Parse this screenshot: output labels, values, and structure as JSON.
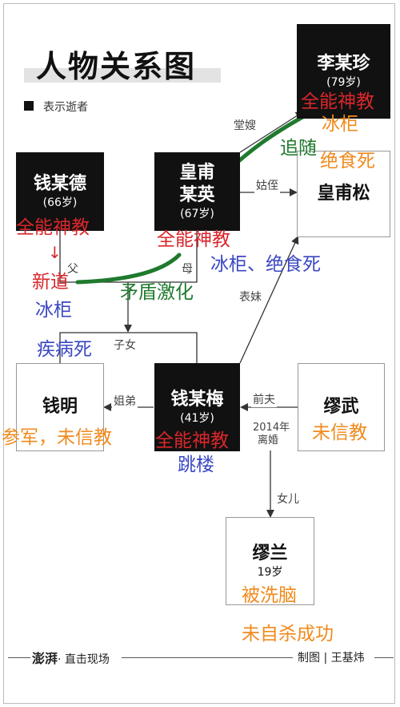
{
  "title": "人物关系图",
  "legend": "表示逝者",
  "people": {
    "li": {
      "name": "李某珍",
      "age": "(79岁)"
    },
    "huangfu": {
      "name_l1": "皇甫",
      "name_l2": "某英",
      "age": "(67岁)"
    },
    "qiande": {
      "name": "钱某德",
      "age": "(66岁)"
    },
    "huangfusong": {
      "name": "皇甫松"
    },
    "qianming": {
      "name": "钱明"
    },
    "qianmei": {
      "name": "钱某梅",
      "age": "(41岁)"
    },
    "miaowu": {
      "name": "缪武"
    },
    "miaolan": {
      "name": "缪兰",
      "age": "19岁"
    }
  },
  "relations": {
    "tangsao": "堂嫂",
    "guzhi": "姑侄",
    "fu": "父",
    "mu": "母",
    "biaomei": "表妹",
    "zinv": "子女",
    "jiedi": "姐弟",
    "qianfu": "前夫",
    "divorce_year": "2014年",
    "divorce": "离婚",
    "nver": "女儿"
  },
  "annotations": {
    "li_cult": "全能神教",
    "li_fate": "冰柜",
    "li_fate2": "绝食死",
    "follow": "追随",
    "qiande_cult": "全能神教",
    "arrow": "↓",
    "qiande_new": "新道",
    "qiande_fate": "冰柜",
    "huangfu_cult": "全能神教",
    "huangfu_fate": "冰柜、绝食死",
    "conflict": "矛盾激化",
    "qianming_fate": "疾病死",
    "qianming_note": "参军，未信教",
    "qianmei_cult": "全能神教",
    "qianmei_fate": "跳楼",
    "miaowu_note": "未信教",
    "miaolan_note": "被洗脑",
    "miaolan_note2": "未自杀成功"
  },
  "footer": {
    "logo_main": "澎湃",
    "logo_sub": "· 直击现场",
    "credit": "制图 | 王基炜"
  },
  "colors": {
    "deceased": "#111111",
    "red": "#d9272b",
    "orange": "#f08a1c",
    "blue": "#3a47c2",
    "green": "#1f7a2e"
  }
}
